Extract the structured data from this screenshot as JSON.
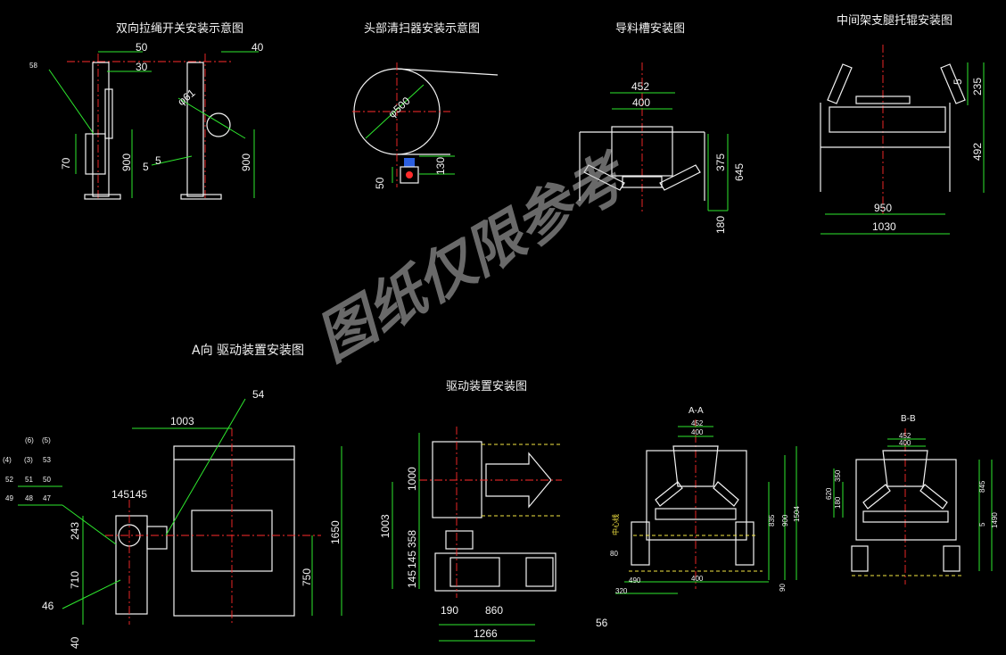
{
  "titles": {
    "t1": "双向拉绳开关安装示意图",
    "t2": "头部清扫器安装示意图",
    "t3": "导料槽安装图",
    "t4": "中间架支腿托辊安装图",
    "t5": "A向 驱动装置安装图",
    "t6": "驱动装置安装图",
    "t7": "A-A",
    "t8": "B-B"
  },
  "watermark": "图纸仅限参考",
  "d1": {
    "a": "50",
    "b": "40",
    "c": "30",
    "d": "58",
    "e": "φ61",
    "f": "70",
    "g": "900",
    "h": "5",
    "i": "5",
    "j": "900"
  },
  "d2": {
    "a": "φ500",
    "b": "130",
    "c": "50"
  },
  "d3": {
    "a": "452",
    "b": "400",
    "c": "375",
    "d": "645",
    "e": "180"
  },
  "d4": {
    "a": "5",
    "b": "235",
    "c": "492",
    "d": "950",
    "e": "1030"
  },
  "d5": {
    "a": "54",
    "b": "1003",
    "c": "(6)",
    "d": "(5)",
    "e": "(4)",
    "f": "(3)",
    "g": "53",
    "h": "52",
    "i": "51",
    "j": "50",
    "k": "49",
    "l": "48",
    "m": "47",
    "n": "145145",
    "o": "243",
    "p": "710",
    "q": "40",
    "r": "46",
    "s": "1650",
    "t": "750"
  },
  "d6": {
    "a": "1000",
    "b": "1003",
    "c": "358",
    "d": "145",
    "e": "145",
    "f": "190",
    "g": "860",
    "h": "1266"
  },
  "d7": {
    "a": "452",
    "b": "400",
    "c": "835",
    "d": "900",
    "e": "1504",
    "f": "80",
    "g": "320",
    "h": "490",
    "i": "400",
    "j": "56",
    "k": "90",
    "l": "中心线"
  },
  "d8": {
    "a": "452",
    "b": "400",
    "c": "620",
    "d": "350",
    "e": "180",
    "f": "845",
    "g": "5",
    "h": "1490"
  }
}
